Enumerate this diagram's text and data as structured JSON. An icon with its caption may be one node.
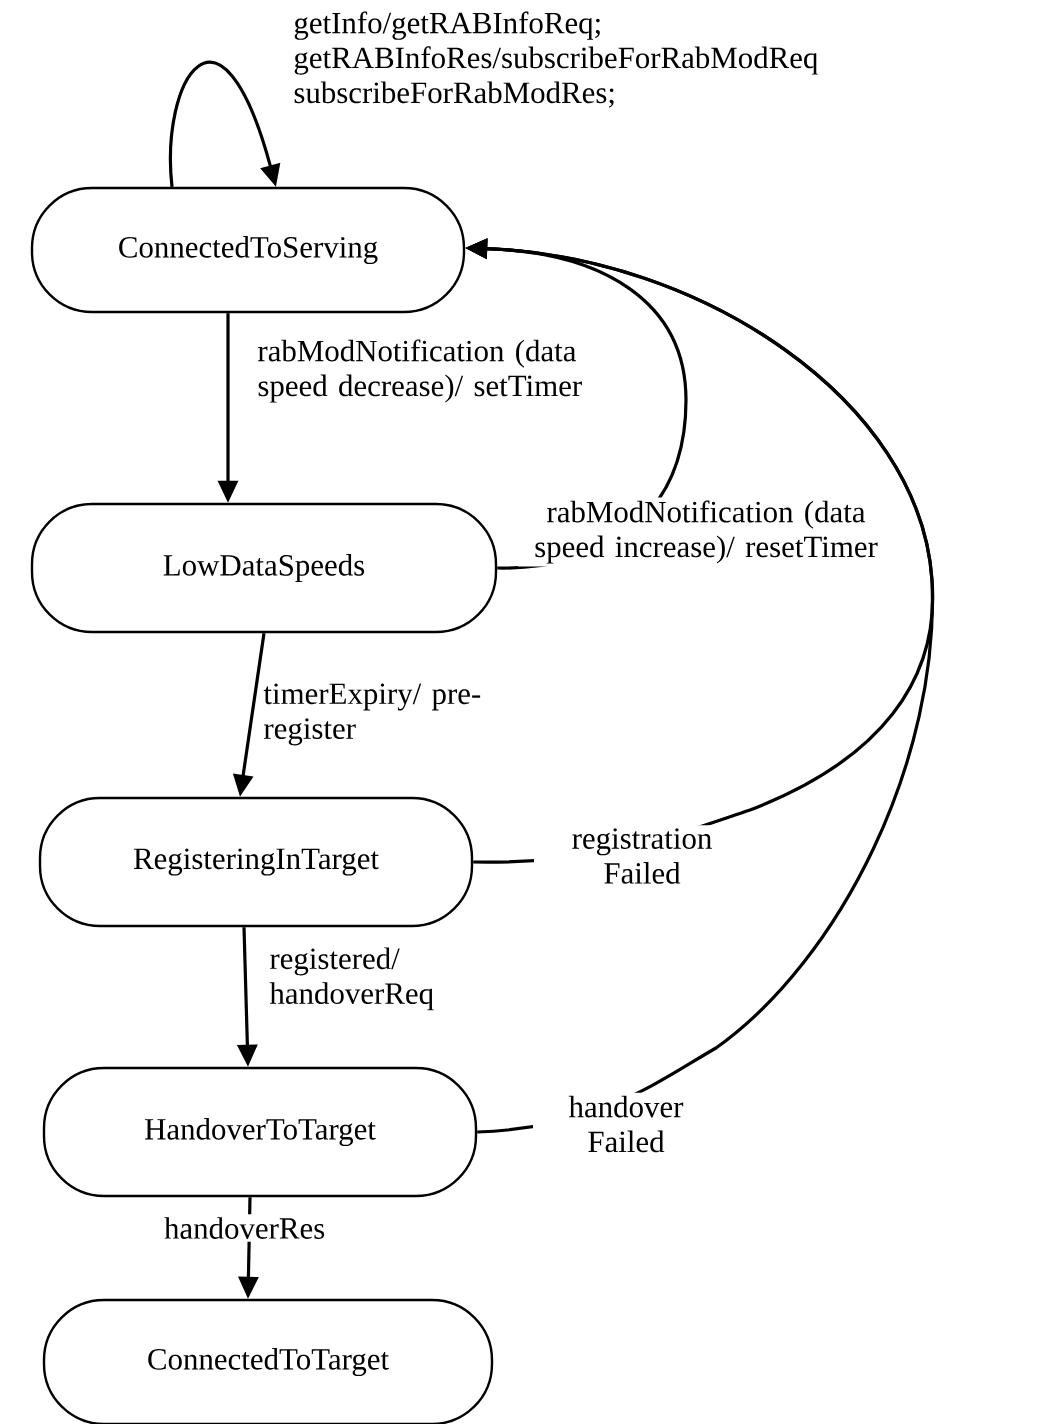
{
  "diagram": {
    "nodes": [
      {
        "text": [
          "ConnectedToServing"
        ]
      },
      {
        "text": [
          "LowDataSpeeds"
        ]
      },
      {
        "text": [
          "RegisteringInTarget"
        ]
      },
      {
        "text": [
          "HandoverToTarget"
        ]
      },
      {
        "text": [
          "ConnectedToTarget"
        ]
      }
    ],
    "edges": [
      {
        "from": 0,
        "to": 0,
        "arrow": "to",
        "label": "getInfo/getRABInfoReq; getRABInfoRes/subscribeForRabModReq subscribeForRabModRes;"
      },
      {
        "from": 0,
        "to": 1,
        "arrow": "to",
        "label": "rabModNotification (data speed decrease)/ setTimer"
      },
      {
        "from": 1,
        "to": 0,
        "arrow": "to",
        "label": "rabModNotification (data speed increase)/ resetTimer"
      },
      {
        "from": 1,
        "to": 2,
        "arrow": "to",
        "label": "timerExpiry/ pre-register"
      },
      {
        "from": 2,
        "to": 0,
        "arrow": "to",
        "label": "registration Failed"
      },
      {
        "from": 2,
        "to": 3,
        "arrow": "to",
        "label": "registered/ handoverReq"
      },
      {
        "from": 3,
        "to": 0,
        "arrow": "to",
        "label": "handover Failed"
      },
      {
        "from": 3,
        "to": 4,
        "arrow": "to",
        "label": "handoverRes"
      }
    ]
  }
}
